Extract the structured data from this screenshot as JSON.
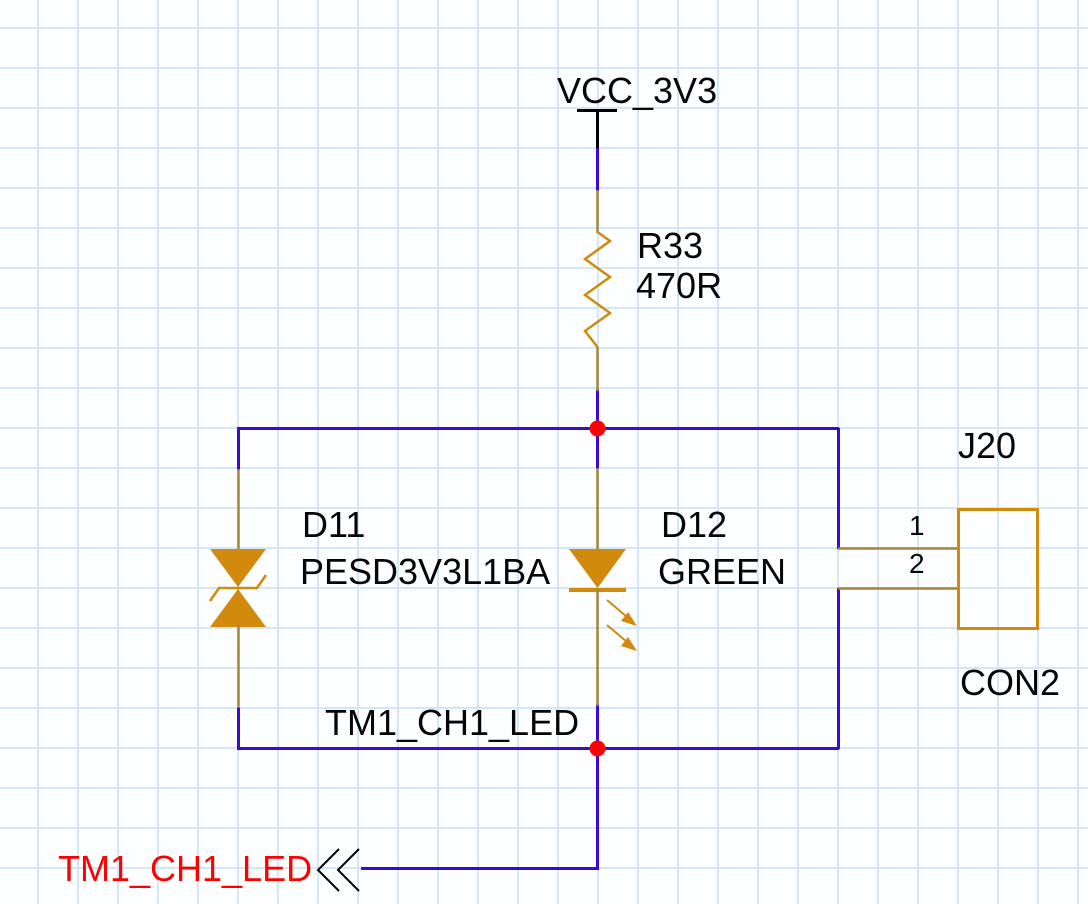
{
  "schematic": {
    "power_net": {
      "label": "VCC_3V3"
    },
    "resistor": {
      "designator": "R33",
      "value": "470R"
    },
    "tvs_diode": {
      "designator": "D11",
      "value": "PESD3V3L1BA"
    },
    "led": {
      "designator": "D12",
      "value": "GREEN"
    },
    "connector": {
      "designator": "J20",
      "value": "CON2",
      "pins": [
        {
          "number": "1"
        },
        {
          "number": "2"
        }
      ]
    },
    "net_label": {
      "label": "TM1_CH1_LED"
    },
    "port": {
      "label": "TM1_CH1_LED"
    },
    "colors": {
      "wire": "#3A0ADA",
      "pin": "#A6853B",
      "component": "#D18A0B",
      "junction": "#FF0000",
      "port_text": "#FF0000",
      "grid": "#D2E8F8"
    }
  }
}
